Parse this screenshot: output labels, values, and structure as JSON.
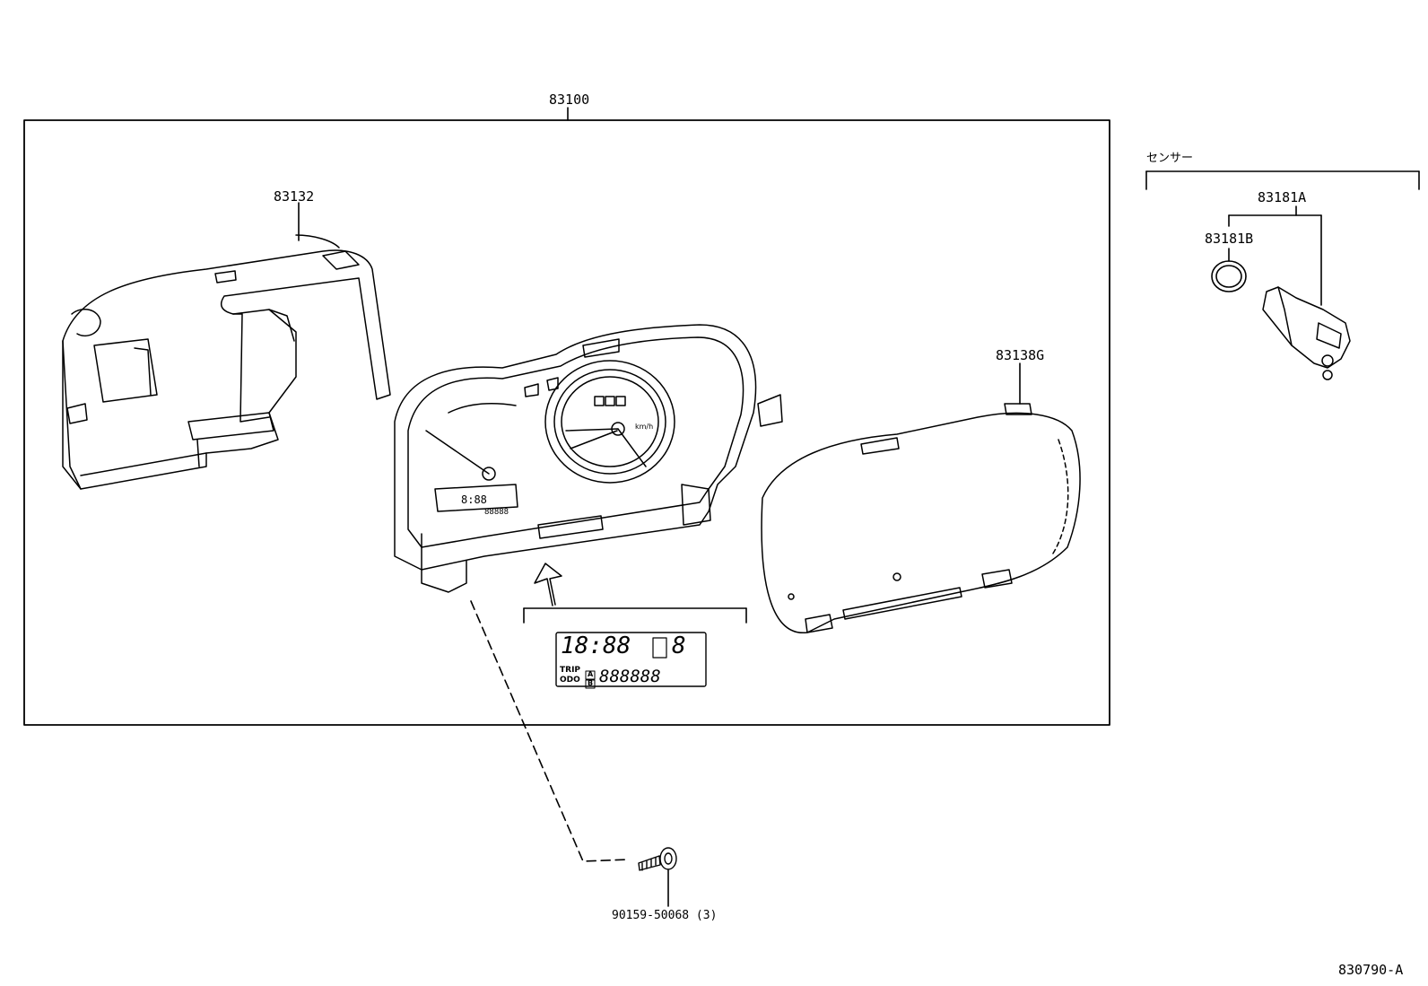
{
  "labels": {
    "assembly": "83100",
    "hood": "83132",
    "glass": "83138G",
    "sensor_group": "センサー",
    "sensor": "83181A",
    "oring": "83181B",
    "screw": "90159-50068",
    "screw_qty": "(3)",
    "figure_code": "830790-A"
  },
  "display_inset": {
    "clock": "18:88",
    "gear": "8",
    "trip": "TRIP",
    "odo": "ODO",
    "trip_a": "A",
    "trip_b": "B",
    "odometer": "888888"
  },
  "cluster_lcd": {
    "clock": "8:88",
    "odometer": "88888"
  },
  "tach_unit": "km/h"
}
